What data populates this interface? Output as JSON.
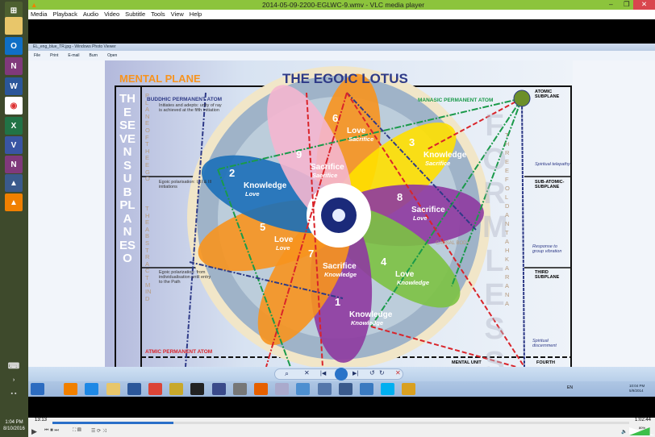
{
  "vlc": {
    "title": "2014-05-09-2200-EGLWC-9.wmv - VLC media player",
    "menu": [
      "Media",
      "Playback",
      "Audio",
      "Video",
      "Subtitle",
      "Tools",
      "View",
      "Help"
    ],
    "elapsed": "13:13",
    "total": "1:02:44",
    "progress_percent": 21,
    "volume_label": "80%",
    "volume_percent": 80
  },
  "sidebar": {
    "icons": [
      "windows-start",
      "file-explorer",
      "outlook",
      "onenote",
      "word",
      "chrome",
      "excel",
      "visio",
      "onenote-2",
      "app-a",
      "vlc"
    ],
    "clock": "1:04 PM",
    "date": "8/10/2016"
  },
  "photo_viewer": {
    "title": "EL_eng_blue_TR.jpg - Windows Photo Viewer",
    "menu": [
      "File",
      "Print",
      "E-mail",
      "Burn",
      "Open"
    ],
    "taskbar_icons": [
      "start",
      "media-player",
      "internet-explorer",
      "file-explorer",
      "word",
      "chrome",
      "app",
      "app-2",
      "app-3",
      "microphone",
      "firefox",
      "app-4",
      "app-5",
      "app-6",
      "app-7",
      "photo-viewer",
      "skype",
      "app-8"
    ],
    "tray_lang": "EN",
    "tray_time": "10:04 PM",
    "tray_date": "5/9/2014"
  },
  "poster": {
    "plane": "MENTAL PLANE",
    "title": "THE EGOIC LOTUS",
    "left_vertical": "THE SEVEN SUBPLANES O",
    "ego_vertical_1": "PLANE OF THE EGO",
    "ego_vertical_2": "THE ABSTRACT MIND",
    "buddhic": "BUDDHIC PERMANENT ATOM",
    "manasic": "MANASIC PERMANENT ATOM",
    "atmic": "ATMIC PERMANENT ATOM",
    "note1": "Initiates and adepts: unity of ray is achieved at the fifth initiation",
    "note2": "Egoic polarisation: I, II & III initiations",
    "note3": "Egoic polarization: from individualisation until entry to the Path",
    "formless": "FORMLESS",
    "antahkarana": "THREEFOLD ANTAHKARANA",
    "causal": "CAUSAL BODY",
    "subplanes": [
      {
        "name": "ATOMIC SUBPLANE",
        "quality": "Spiritual telepathy"
      },
      {
        "name": "SUB-ATOMIC-SUBPLANE",
        "quality": "Response to group vibration"
      },
      {
        "name": "THIRD SUBPLANE",
        "quality": "Spiritual discernment"
      },
      {
        "name": "FOURTH",
        "quality": "MENTAL UNIT"
      }
    ],
    "petals": [
      {
        "n": "6",
        "a": "Love",
        "b": "Sacrifice"
      },
      {
        "n": "3",
        "a": "Knowledge",
        "b": "Sacrifice"
      },
      {
        "n": "8",
        "a": "Sacrifice",
        "b": "Love"
      },
      {
        "n": "4",
        "a": "Love",
        "b": "Knowledge"
      },
      {
        "n": "1",
        "a": "Knowledge",
        "b": "Knowledge"
      },
      {
        "n": "7",
        "a": "Sacrifice",
        "b": "Knowledge"
      },
      {
        "n": "5",
        "a": "Love",
        "b": "Love"
      },
      {
        "n": "2",
        "a": "Knowledge",
        "b": "Love"
      },
      {
        "n": "9",
        "a": "Sacrifice",
        "b": "Sacrifice"
      }
    ]
  },
  "colors": {
    "vlc_green": "#8cc43c",
    "orange": "#f7931e",
    "navy": "#2e3a87"
  }
}
